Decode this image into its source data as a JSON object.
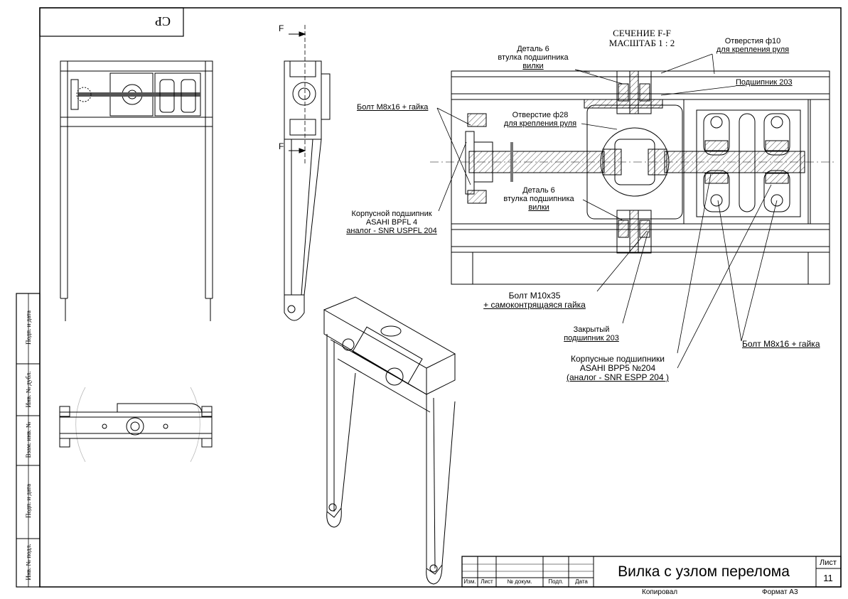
{
  "stamp": {
    "label": "СР"
  },
  "section": {
    "title_line1": "СЕЧЕНИЕ F-F",
    "title_line2": "МАСШТАБ 1 : 2"
  },
  "view_label": {
    "top": "F",
    "bottom": "F"
  },
  "callouts": {
    "detail6_top": {
      "line1": "Деталь 6",
      "line2": "втулка подшипника",
      "line3": "вилки"
    },
    "holes_d10": {
      "line1": "Отверстия ф10",
      "line2": "для крепления руля"
    },
    "bearing_203": "Подшипник 203",
    "bolt_m8_left": "Болт М8х16 + гайка",
    "hole_d28": {
      "line1": "Отверстие ф28",
      "line2": "для крепления руля"
    },
    "detail6_bottom": {
      "line1": "Деталь 6",
      "line2": "втулка подшипника",
      "line3": "вилки"
    },
    "housing_bearing_left": {
      "line1": "Корпусной подшипник",
      "line2": "ASAHI BPFL 4",
      "line3": "аналог - SNR  USPFL 204"
    },
    "bolt_m10": {
      "line1": "Болт М10х35",
      "line2": "+ самоконтрящаяся гайка"
    },
    "closed_bearing": {
      "line1": "Закрытый",
      "line2": "подшипник 203"
    },
    "housing_bearings": {
      "line1": "Корпусные подшипники",
      "line2": "ASAHI BPP5 №204",
      "line3": "(аналог - SNR ESPP 204 )"
    },
    "bolt_m8_right": "Болт М8х16 + гайка"
  },
  "side_stamp": {
    "cells": [
      "Подп. и дата",
      "Инв. № дубл.",
      "Взам. инв. №",
      "Подп. и дата",
      "Инв. № подл."
    ]
  },
  "title_block": {
    "name": "Вилка с узлом перелома",
    "sheet_label": "Лист",
    "sheet_number": "11",
    "columns": [
      "Изм.",
      "Лист",
      "№ докум.",
      "Подп.",
      "Дата"
    ],
    "copied": "Копировал",
    "format": "Формат А3"
  }
}
